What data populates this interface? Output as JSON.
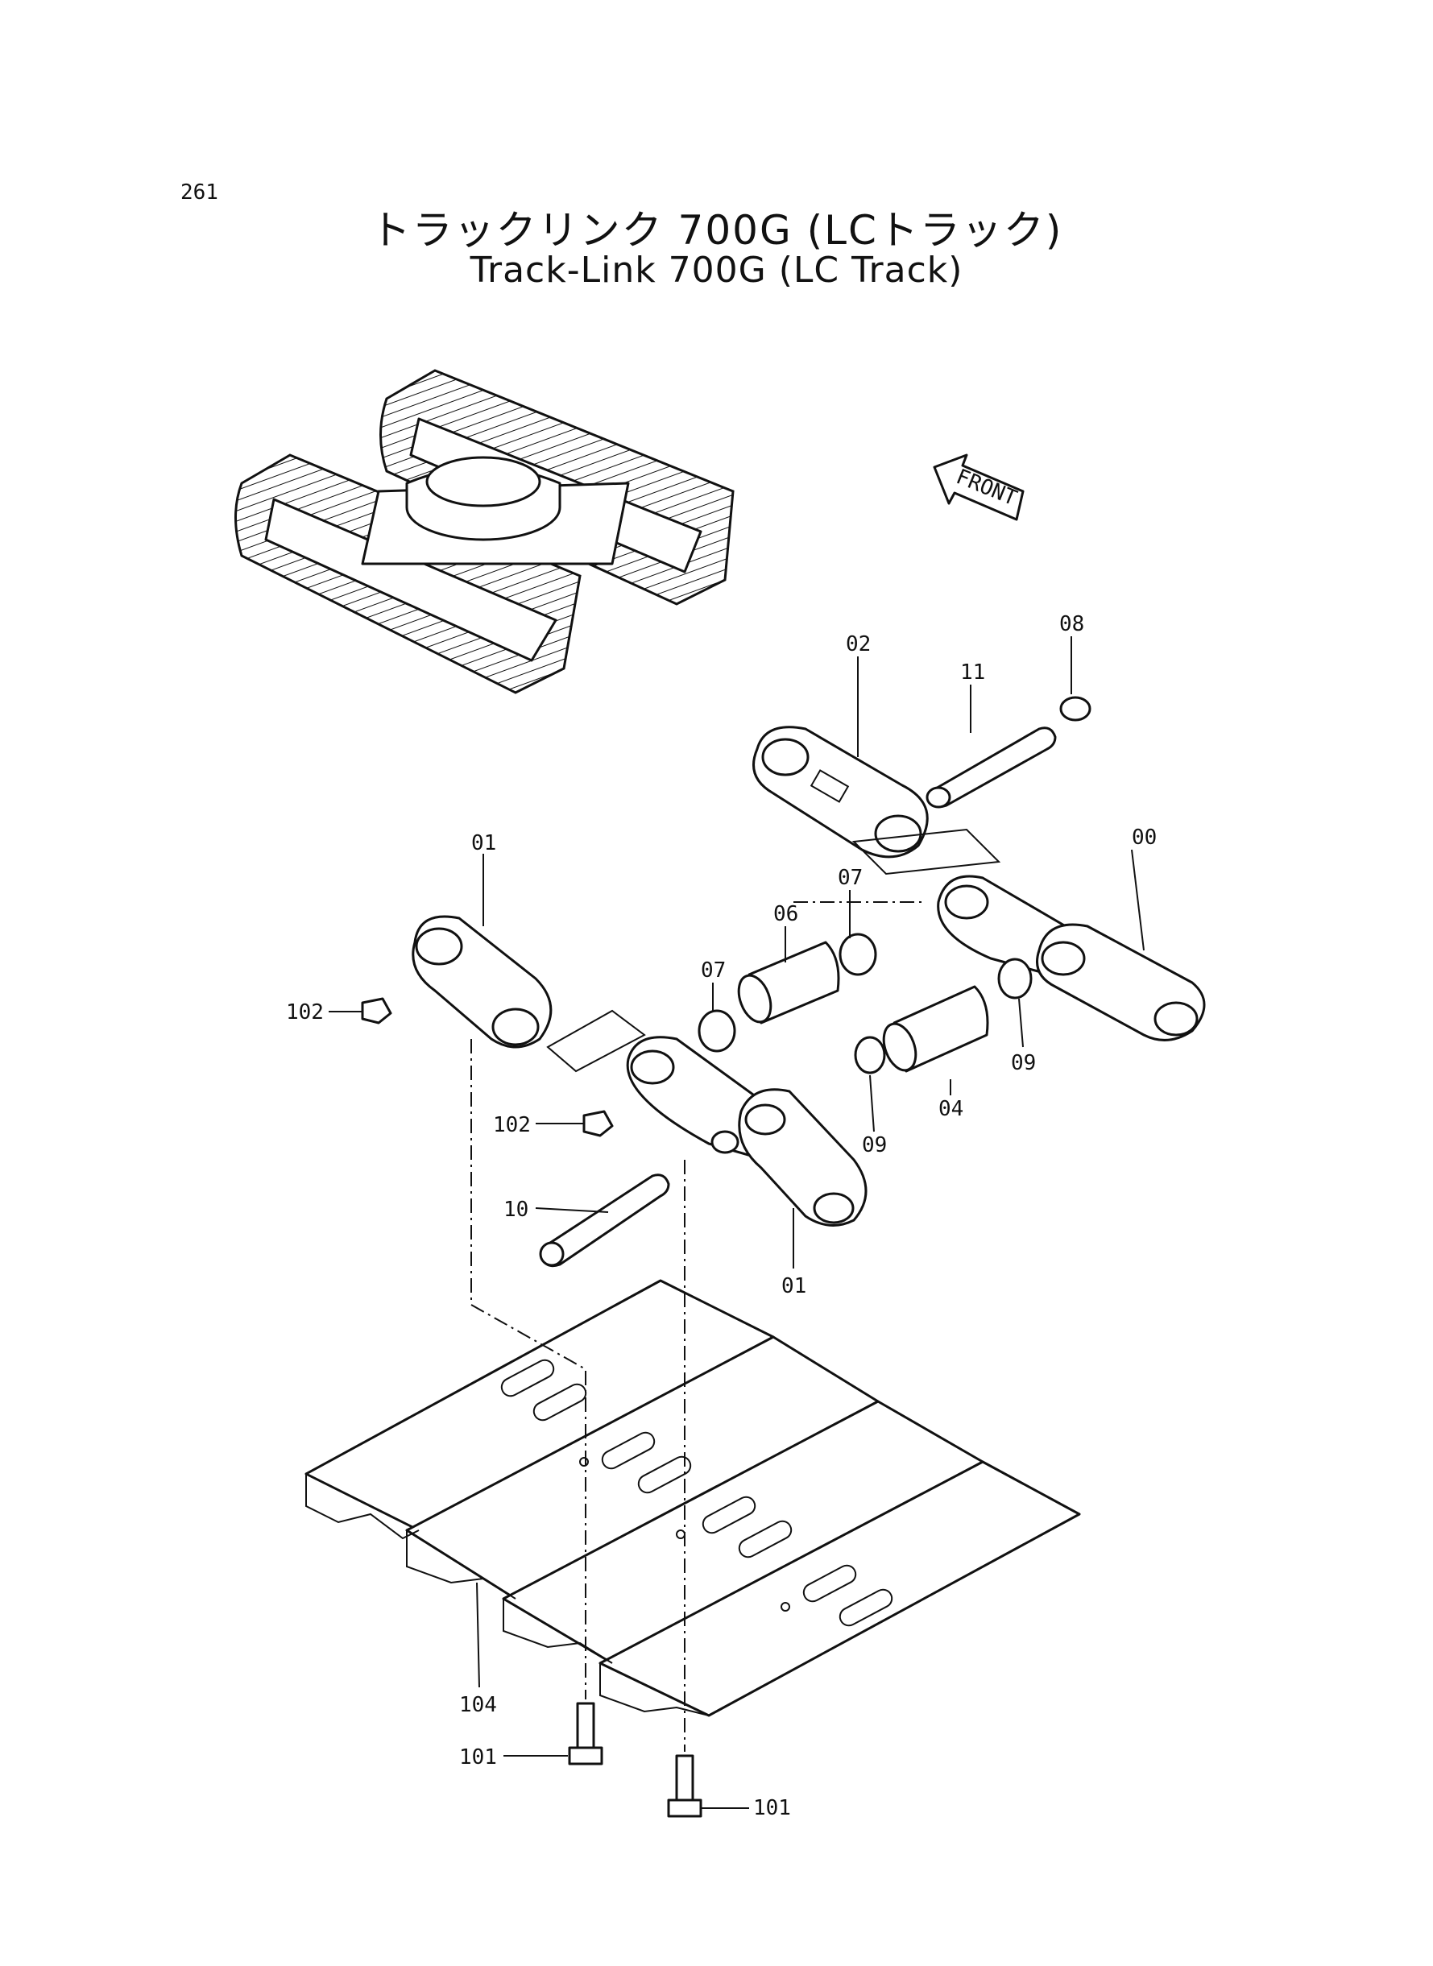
{
  "page_number": "261",
  "title_jp": "トラックリンク 700G (LCトラック)",
  "title_en": "Track-Link 700G (LC Track)",
  "front_arrow_label": "FRONT",
  "part_labels": {
    "p00": "00",
    "p01a": "01",
    "p01b": "01",
    "p02": "02",
    "p04": "04",
    "p06": "06",
    "p07a": "07",
    "p07b": "07",
    "p08": "08",
    "p09a": "09",
    "p09b": "09",
    "p10": "10",
    "p11": "11",
    "p101a": "101",
    "p101b": "101",
    "p102a": "102",
    "p102b": "102",
    "p104": "104"
  }
}
